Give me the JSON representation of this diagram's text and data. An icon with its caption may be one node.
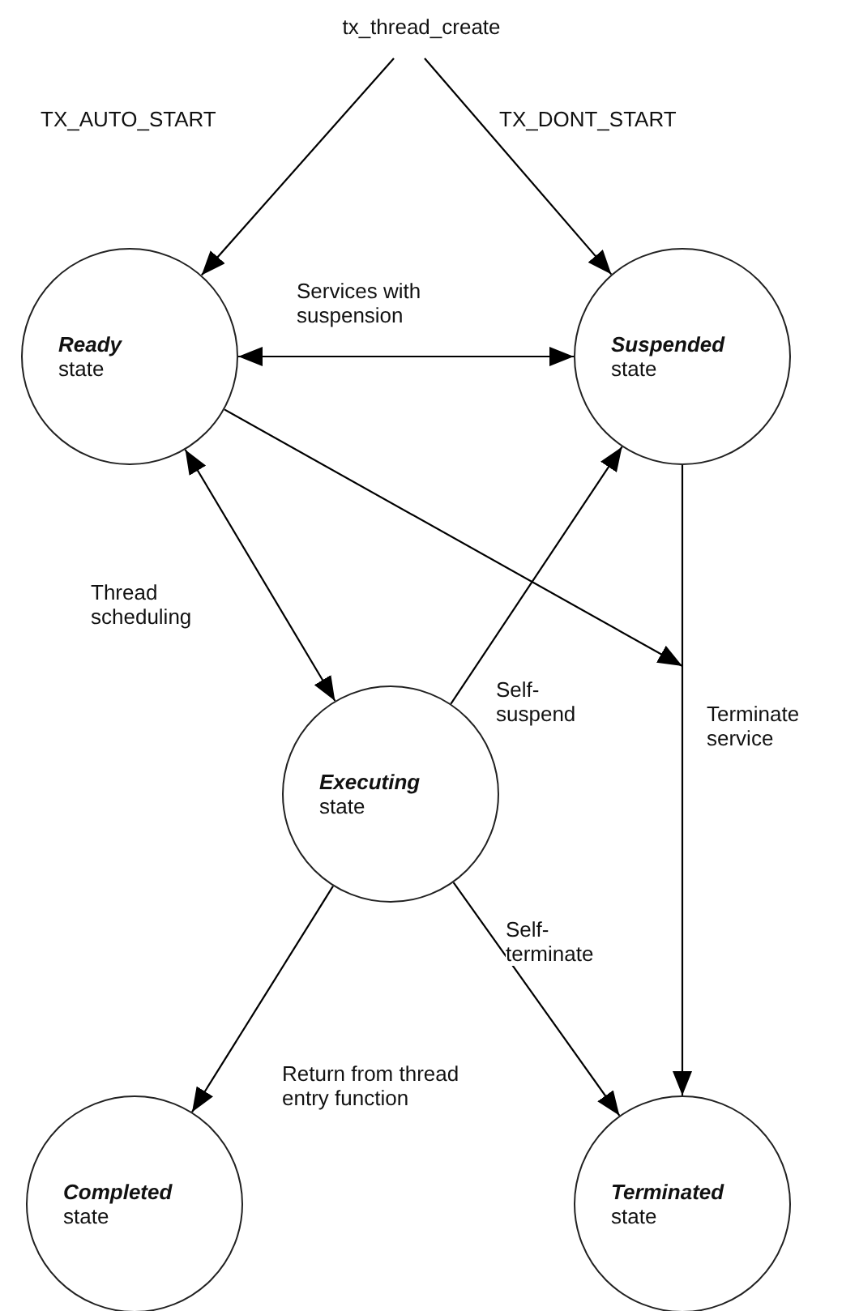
{
  "diagram": {
    "nodes": [
      {
        "text": [
          "tx_thread_create"
        ]
      },
      {
        "text": [
          "Ready",
          "state"
        ]
      },
      {
        "text": [
          "Suspended",
          "state"
        ]
      },
      {
        "text": [
          "Executing",
          "state"
        ]
      },
      {
        "text": [
          "Completed",
          "state"
        ]
      },
      {
        "text": [
          "Terminated",
          "state"
        ]
      }
    ],
    "edges": [
      {
        "from": 0,
        "to": 1,
        "arrow": "to",
        "label": "TX_AUTO_START"
      },
      {
        "from": 0,
        "to": 2,
        "arrow": "to",
        "label": "TX_DONT_START"
      },
      {
        "from": 1,
        "to": 2,
        "arrow": "both",
        "label": "Services with suspension"
      },
      {
        "from": 1,
        "to": 3,
        "arrow": "both",
        "label": "Thread scheduling"
      },
      {
        "from": 1,
        "to": 5,
        "arrow": "to"
      },
      {
        "from": 2,
        "to": 5,
        "arrow": "to",
        "label": "Terminate service"
      },
      {
        "from": 3,
        "to": 2,
        "arrow": "to",
        "label": "Self-suspend"
      },
      {
        "from": 3,
        "to": 4,
        "arrow": "to",
        "label": "Return from thread entry function"
      },
      {
        "from": 3,
        "to": 5,
        "arrow": "to",
        "label": "Self-terminate"
      }
    ]
  }
}
